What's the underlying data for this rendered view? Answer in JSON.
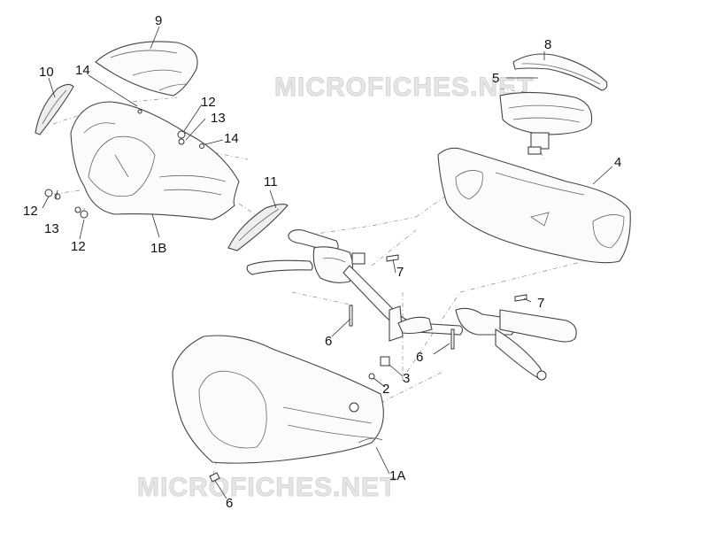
{
  "watermark": {
    "text": "MICROFICHES.NET",
    "color": "#dddddd"
  },
  "callouts": [
    {
      "id": "label-9",
      "text": "9"
    },
    {
      "id": "label-10",
      "text": "10"
    },
    {
      "id": "label-14a",
      "text": "14"
    },
    {
      "id": "label-12a",
      "text": "12"
    },
    {
      "id": "label-13a",
      "text": "13"
    },
    {
      "id": "label-14b",
      "text": "14"
    },
    {
      "id": "label-12b",
      "text": "12"
    },
    {
      "id": "label-13b",
      "text": "13"
    },
    {
      "id": "label-12c",
      "text": "12"
    },
    {
      "id": "label-1b",
      "text": "1B"
    },
    {
      "id": "label-11",
      "text": "11"
    },
    {
      "id": "label-8",
      "text": "8"
    },
    {
      "id": "label-5",
      "text": "5"
    },
    {
      "id": "label-4",
      "text": "4"
    },
    {
      "id": "label-7a",
      "text": "7"
    },
    {
      "id": "label-7b",
      "text": "7"
    },
    {
      "id": "label-6a",
      "text": "6"
    },
    {
      "id": "label-6b",
      "text": "6"
    },
    {
      "id": "label-3",
      "text": "3"
    },
    {
      "id": "label-2",
      "text": "2"
    },
    {
      "id": "label-1a",
      "text": "1A"
    },
    {
      "id": "label-6c",
      "text": "6"
    }
  ]
}
